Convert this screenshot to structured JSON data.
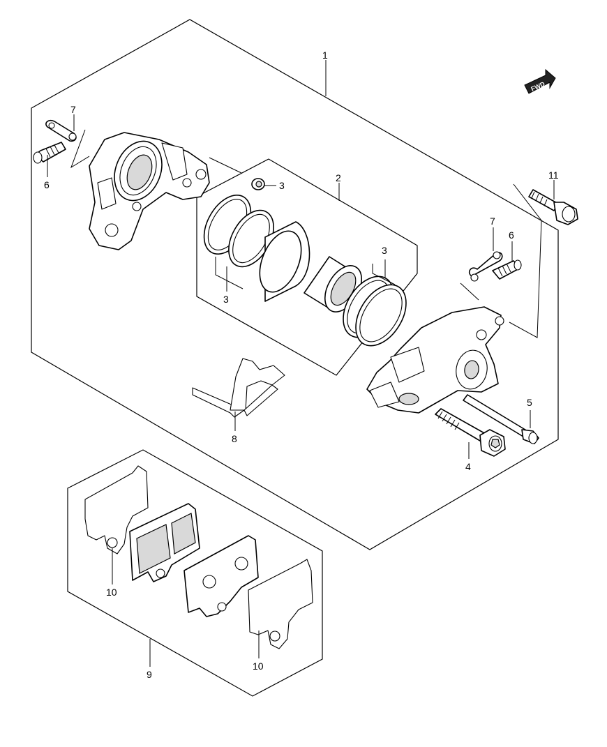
{
  "badge": {
    "fwd": "FWD"
  },
  "callouts": {
    "c1": "1",
    "c2": "2",
    "c3a": "3",
    "c3b": "3",
    "c3c": "3",
    "c4": "4",
    "c5": "5",
    "c6a": "6",
    "c6b": "6",
    "c7a": "7",
    "c7b": "7",
    "c8": "8",
    "c9": "9",
    "c10a": "10",
    "c10b": "10",
    "c11": "11"
  }
}
